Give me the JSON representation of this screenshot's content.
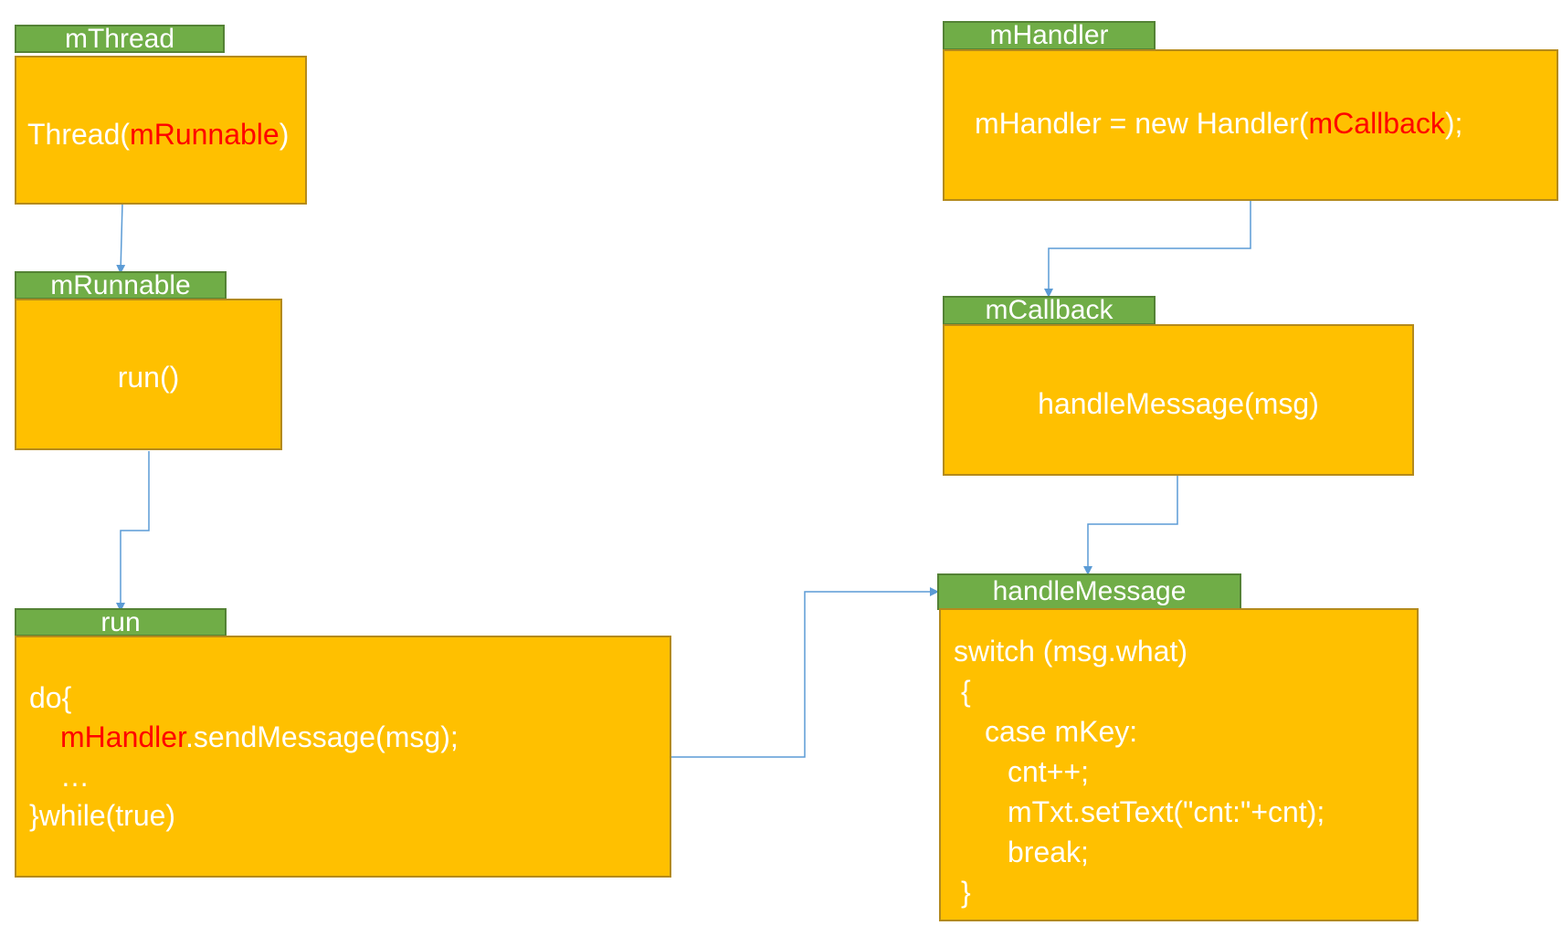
{
  "colors": {
    "tab_fill": "#70ad47",
    "box_fill": "#ffc000",
    "text": "#ffffff",
    "highlight": "#ff0000",
    "connector": "#5b9bd5"
  },
  "mThread": {
    "tab": "mThread",
    "code_prefix": "Thread(",
    "code_ref": "mRunnable",
    "code_suffix": ")"
  },
  "mRunnable": {
    "tab": "mRunnable",
    "code": "run()"
  },
  "run": {
    "tab": "run",
    "line1": "do{",
    "line2_ref": "mHandler",
    "line2_rest": ".sendMessage(msg);",
    "line3": "…",
    "line4": "}while(true)"
  },
  "mHandler": {
    "tab": "mHandler",
    "code_prefix": "mHandler = new Handler(",
    "code_ref": "mCallback",
    "code_suffix": ");"
  },
  "mCallback": {
    "tab": "mCallback",
    "code": "handleMessage(msg)"
  },
  "handleMessage": {
    "tab": "handleMessage",
    "lines": [
      "switch (msg.what)",
      "{",
      "case mKey:",
      "cnt++;",
      "mTxt.setText(\"cnt:\"+cnt);",
      "break;",
      "}"
    ]
  }
}
